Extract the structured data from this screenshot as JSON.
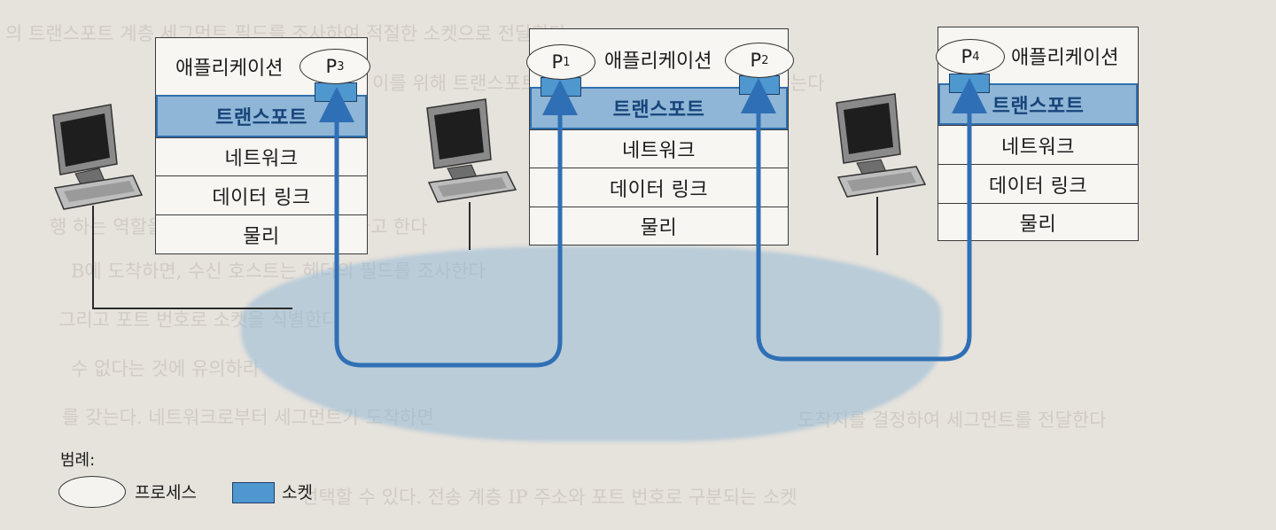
{
  "background_text": {
    "line1": "의 트랜스포트 계층 세그먼트 필드를 조사하여 적절한 소켓으로 전달한다",
    "line2": "이를 위해 트랜스포트 계층 세그먼트는 필드 집합을 갖는다",
    "line3": "행 하는 역할을 수행하는 것을 역다중화라고 한다",
    "line4": "B에 도착하면, 수신 호스트는 헤더의 필드를 조사한다",
    "line5": "그리고 포트 번호로 소켓을 식별한다",
    "line6": "수 없다는 것에 유의하라",
    "line7": "를 갖는다. 네트워크로부터 세그먼트가 도착하면",
    "line8": "도착지를 결정하여 세그먼트를 전달한다",
    "line9": "선택할 수 있다. 전송 계층 IP 주소와 포트 번호로 구분되는 소켓"
  },
  "hosts": [
    {
      "application": "애플리케이션",
      "process": {
        "name": "P",
        "sub": "3"
      },
      "layers": [
        "트랜스포트",
        "네트워크",
        "데이터 링크",
        "물리"
      ]
    },
    {
      "application": "애플리케이션",
      "processes": [
        {
          "name": "P",
          "sub": "1"
        },
        {
          "name": "P",
          "sub": "2"
        }
      ],
      "layers": [
        "트랜스포트",
        "네트워크",
        "데이터 링크",
        "물리"
      ]
    },
    {
      "application": "애플리케이션",
      "process": {
        "name": "P",
        "sub": "4"
      },
      "layers": [
        "트랜스포트",
        "네트워크",
        "데이터 링크",
        "물리"
      ]
    }
  ],
  "legend": {
    "title": "범례:",
    "process_label": "프로세스",
    "socket_label": "소켓"
  },
  "colors": {
    "connection": "#2f6fb5",
    "socket": "#4f97cf",
    "transport_fill": "#8fb6d6",
    "network_cloud": "#94b9d6"
  }
}
